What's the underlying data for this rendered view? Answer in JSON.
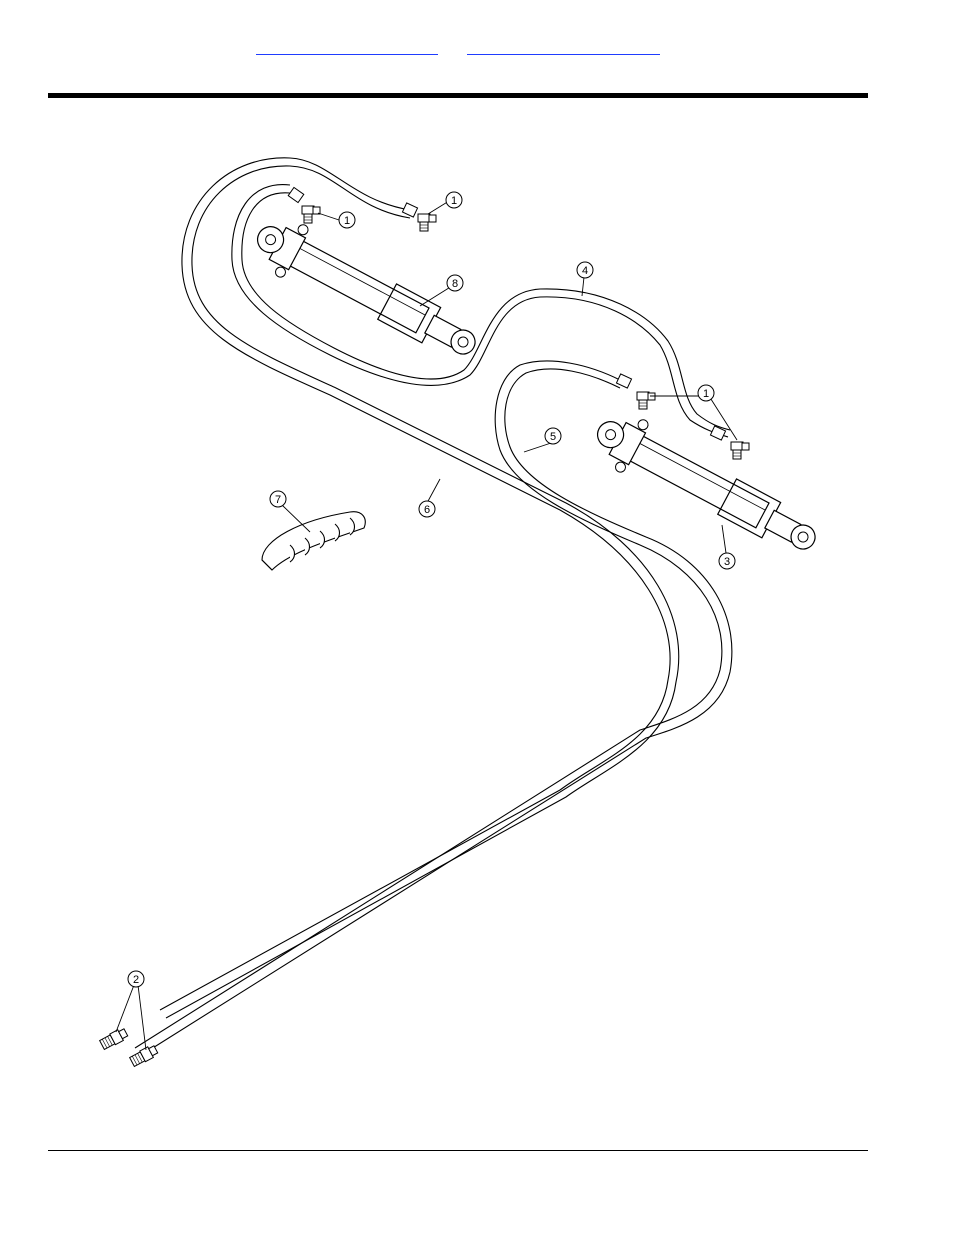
{
  "header": {
    "link_left": "",
    "link_right": ""
  },
  "callouts": {
    "c1a": "1",
    "c1b": "1",
    "c1c": "1",
    "c2": "2",
    "c3": "3",
    "c4": "4",
    "c5": "5",
    "c6": "6",
    "c7": "7",
    "c8": "8"
  }
}
